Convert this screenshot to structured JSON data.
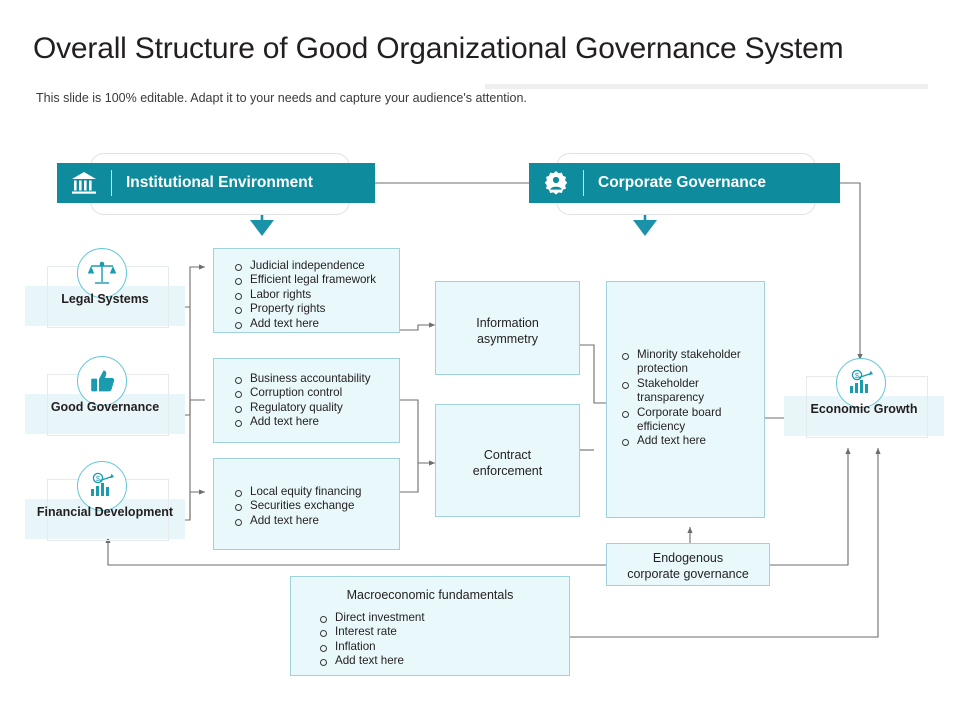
{
  "slide": {
    "title": "Overall Structure of Good Organizational Governance System",
    "subtitle": "This slide is 100% editable. Adapt it to your needs and capture your audience's attention."
  },
  "colors": {
    "banner_teal": "#0e8b9d",
    "box_fill": "#e9f8fb",
    "box_border": "#9fd2dd",
    "band_fill": "#e8f6fa",
    "icon_teal": "#1a9bb0",
    "wire": "#6d6d6d"
  },
  "banners": [
    {
      "id": "institutional-environment",
      "label": "Institutional Environment",
      "icon": "bank-icon"
    },
    {
      "id": "corporate-governance",
      "label": "Corporate Governance",
      "icon": "gear-people-icon"
    }
  ],
  "pillars": [
    {
      "id": "legal-systems",
      "label": "Legal Systems",
      "icon": "scales-icon"
    },
    {
      "id": "good-governance",
      "label": "Good Governance",
      "icon": "thumbs-up-icon"
    },
    {
      "id": "financial-development",
      "label": "Financial Development",
      "icon": "growth-chart-icon"
    }
  ],
  "bullet_boxes": [
    {
      "id": "legal-systems-details",
      "items": [
        "Judicial independence",
        "Efficient legal framework",
        "Labor rights",
        "Property rights",
        "Add text here"
      ]
    },
    {
      "id": "good-governance-details",
      "items": [
        "Business accountability",
        "Corruption control",
        "Regulatory quality",
        "Add text here"
      ]
    },
    {
      "id": "financial-development-details",
      "items": [
        "Local equity financing",
        "Securities exchange",
        "Add text here"
      ]
    }
  ],
  "middle_boxes": [
    {
      "id": "information-asymmetry",
      "line1": "Information",
      "line2": "asymmetry"
    },
    {
      "id": "contract-enforcement",
      "line1": "Contract",
      "line2": "enforcement"
    }
  ],
  "governance_outcomes": {
    "id": "corporate-governance-outcomes",
    "items": [
      "Minority stakeholder protection",
      "Stakeholder transparency",
      "Corporate board efficiency",
      "Add text here"
    ]
  },
  "economic_growth": {
    "id": "economic-growth",
    "label": "Economic  Growth",
    "icon": "growth-chart-icon"
  },
  "endogenous": {
    "id": "endogenous-corporate-governance",
    "line1": "Endogenous",
    "line2": "corporate governance"
  },
  "macroeconomic": {
    "id": "macroeconomic-fundamentals",
    "title": "Macroeconomic  fundamentals",
    "items": [
      "Direct investment",
      "Interest rate",
      "Inflation",
      "Add text here"
    ]
  }
}
